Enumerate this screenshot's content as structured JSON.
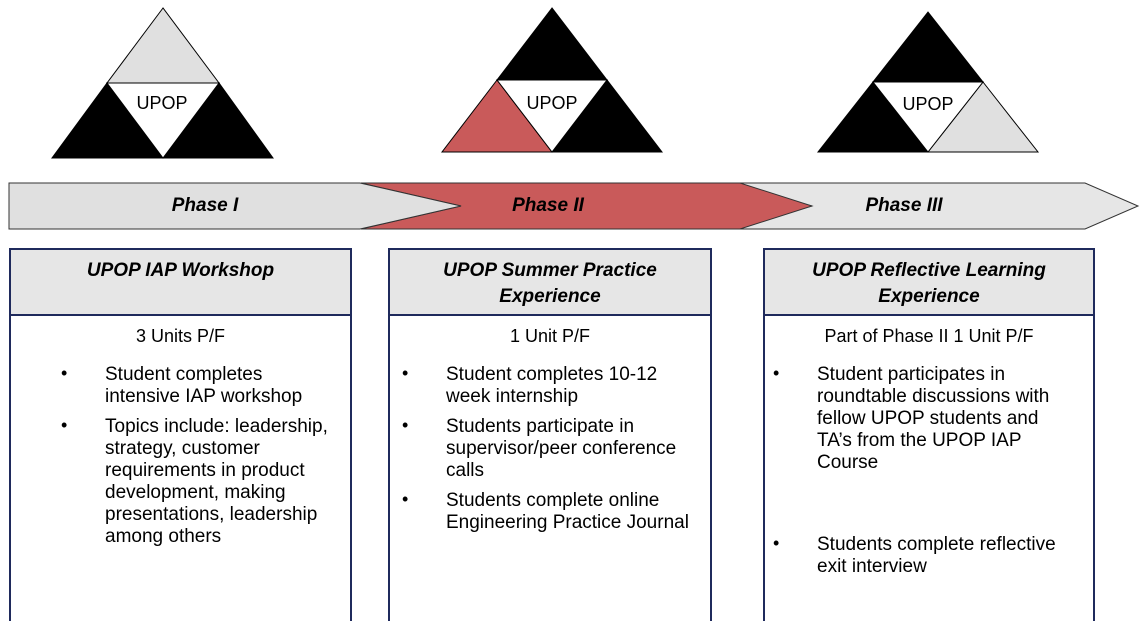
{
  "triangles": [
    {
      "label": "UPOP",
      "top_color": "#e0e0e0",
      "left_color": "#000000",
      "right_color": "#000000"
    },
    {
      "label": "UPOP",
      "top_color": "#000000",
      "left_color": "#c95a5a",
      "right_color": "#000000"
    },
    {
      "label": "UPOP",
      "top_color": "#000000",
      "left_color": "#000000",
      "right_color": "#e0e0e0"
    }
  ],
  "phases": [
    {
      "label": "Phase I",
      "fill": "#e0e0e0"
    },
    {
      "label": "Phase II",
      "fill": "#c95a5a"
    },
    {
      "label": "Phase III",
      "fill": "#e6e6e6"
    }
  ],
  "boxes": [
    {
      "title": "UPOP IAP Workshop",
      "units": "3 Units P/F",
      "bullets": [
        "Student completes intensive IAP workshop",
        "Topics include: leadership, strategy, customer requirements in product development, making presentations, leadership among others"
      ]
    },
    {
      "title": "UPOP Summer Practice Experience",
      "units": "1 Unit P/F",
      "bullets": [
        "Student completes 10-12 week internship",
        "Students participate in supervisor/peer conference calls",
        "Students complete online Engineering Practice Journal"
      ]
    },
    {
      "title": "UPOP Reflective Learning Experience",
      "units": "Part of Phase II 1 Unit P/F",
      "bullets": [
        "Student participates in roundtable discussions with fellow UPOP students and TA’s from the UPOP IAP Course",
        "Students complete reflective exit interview"
      ]
    }
  ],
  "bullet_glyph": "•"
}
